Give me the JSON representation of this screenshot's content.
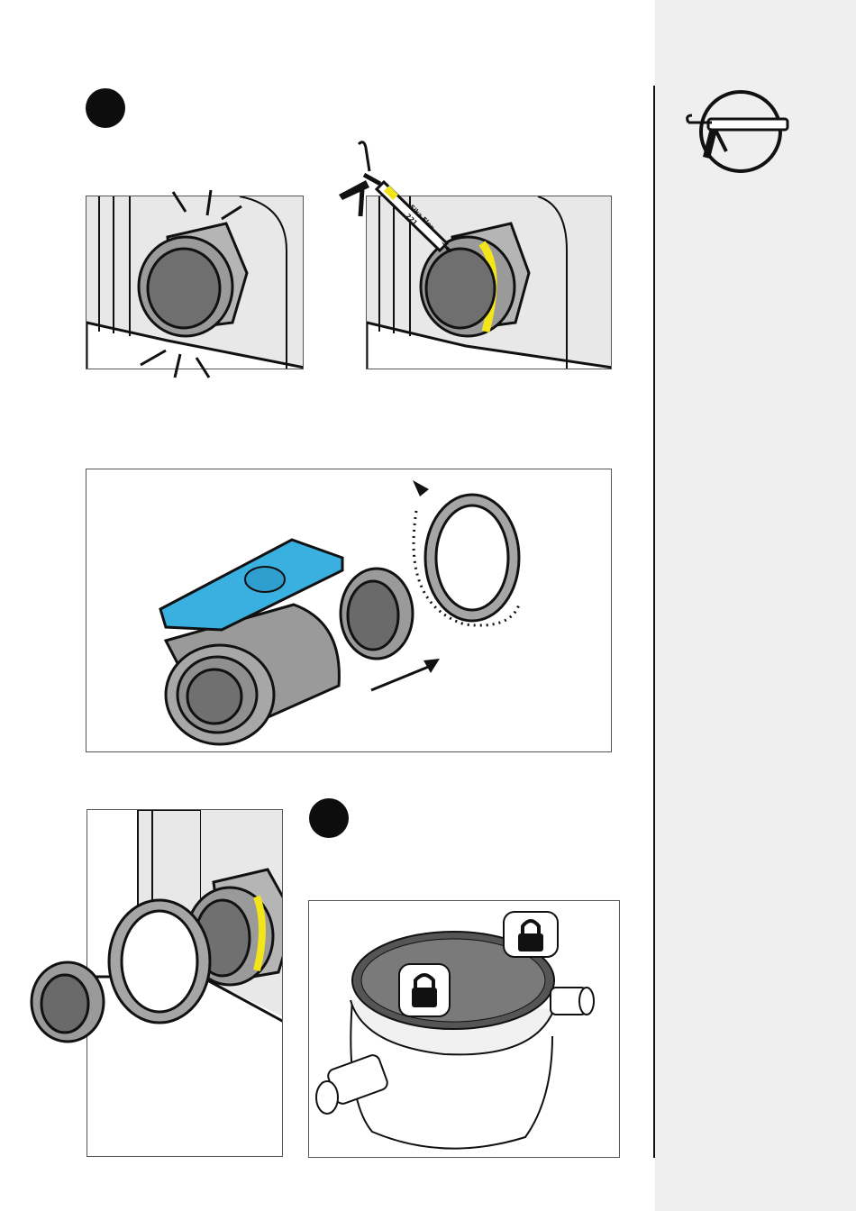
{
  "steps": [
    {
      "id": 1,
      "number": ""
    },
    {
      "id": 2,
      "number": ""
    }
  ],
  "tool": {
    "icon": "caulking-gun-icon",
    "cartridge_brand": "Sika Flex",
    "cartridge_code": "221"
  },
  "colors": {
    "sealant": "#f2e51a",
    "handle": "#3ab0e0",
    "pipe_grey": "#8a8a8a",
    "housing_grey": "#e6e6e6",
    "side_panel": "#efefef"
  },
  "icons": {
    "lock": "padlock-icon",
    "arrow": "arrow-icon",
    "rotate": "rotate-direction-icon"
  }
}
